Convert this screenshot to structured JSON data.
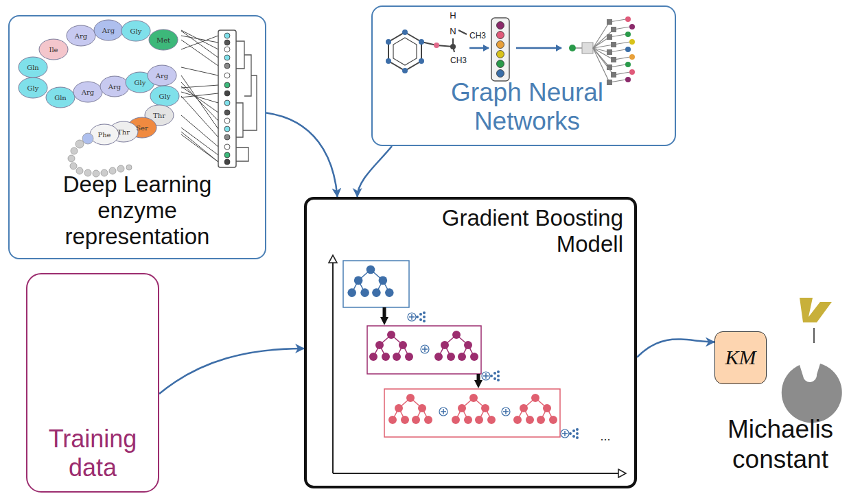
{
  "diagram": {
    "nodes": [
      {
        "text": [
          "Deep Learning enzyme representation"
        ]
      },
      {
        "text": [
          "Graph Neural Networks"
        ]
      },
      {
        "text": [
          "Training data"
        ]
      },
      {
        "text": [
          "Gradient Boosting Modell"
        ]
      },
      {
        "text": [
          "KM"
        ]
      }
    ],
    "edges": [
      {
        "from": 0,
        "to": 3,
        "arrow": "to"
      },
      {
        "from": 1,
        "to": 3,
        "arrow": "to"
      },
      {
        "from": 2,
        "to": 3,
        "arrow": "to"
      },
      {
        "from": 3,
        "to": 4,
        "arrow": "to"
      }
    ],
    "labels": [
      "Ile",
      "Arg",
      "Arg",
      "Gly",
      "Met",
      "Gln",
      "Gly",
      "Gln",
      "Arg",
      "Arg",
      "Gly",
      "Arg",
      "Gly",
      "Thr",
      "Ser",
      "Thr",
      "Phe",
      "H",
      "N",
      "CH3",
      "CH3",
      "...",
      "Michaelis constant"
    ]
  }
}
